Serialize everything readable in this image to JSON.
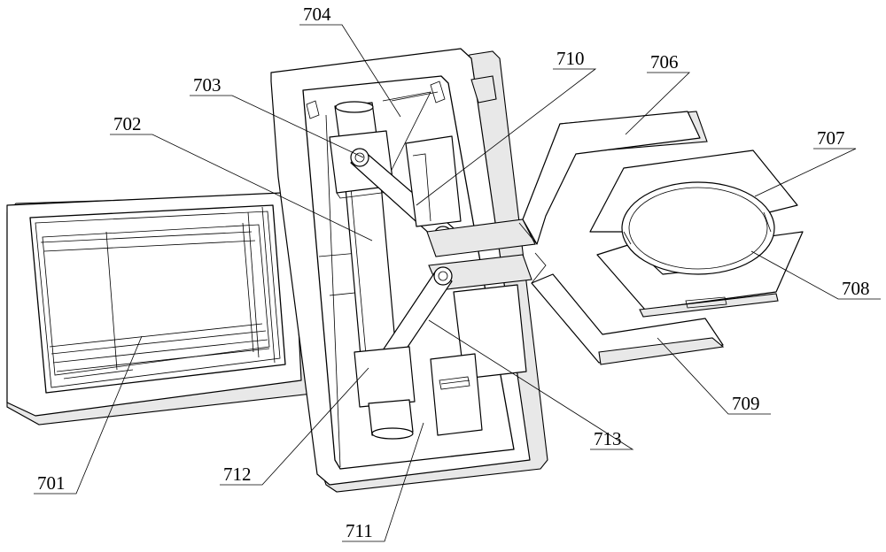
{
  "labels": {
    "l701": "701",
    "l702": "702",
    "l703": "703",
    "l704": "704",
    "l706": "706",
    "l707": "707",
    "l708": "708",
    "l709": "709",
    "l710": "710",
    "l711": "711",
    "l712": "712",
    "l713": "713"
  }
}
